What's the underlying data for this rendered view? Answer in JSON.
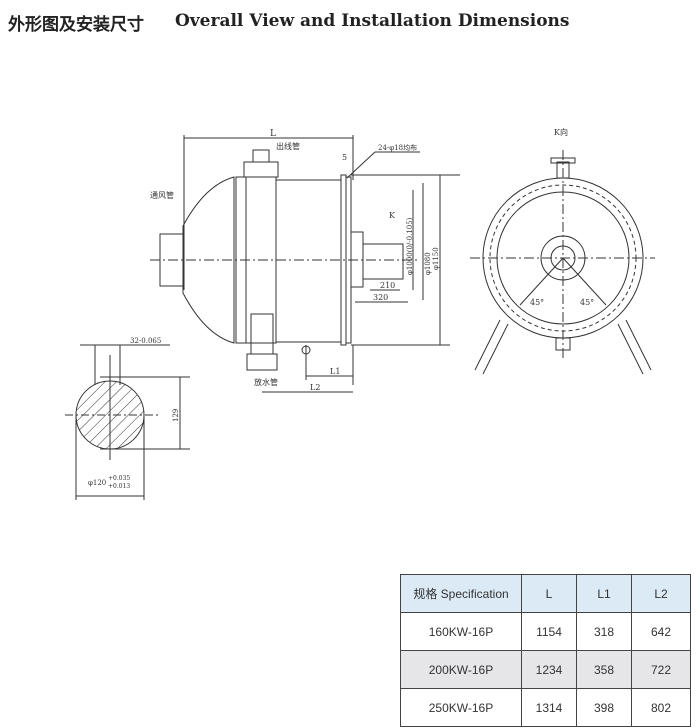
{
  "title_cn": "外形图及安装尺寸",
  "title_en": "Overall View and Installation Dimensions",
  "drawing": {
    "label_L": "L",
    "label_outlet": "出线管",
    "label_vent": "通风管",
    "label_holes": "24-φ18均布",
    "label_5": "5",
    "label_K": "K",
    "label_phi1000": "φ1000(0/-0.105)",
    "label_phi1080": "φ1080",
    "label_phi1150": "φ1150",
    "label_210": "210",
    "label_320": "320",
    "label_L1": "L1",
    "label_L2": "L2",
    "label_drain": "放水管",
    "label_kview": "K向",
    "label_45a": "45°",
    "label_45b": "45°",
    "label_key": "32-0.065",
    "label_129": "129",
    "label_phi120": "φ120",
    "label_tol_up": "+0.035",
    "label_tol_lo": "+0.013"
  },
  "table": {
    "headers": [
      "规格 Specification",
      "L",
      "L1",
      "L2"
    ],
    "rows": [
      [
        "160KW-16P",
        "1154",
        "318",
        "642"
      ],
      [
        "200KW-16P",
        "1234",
        "358",
        "722"
      ],
      [
        "250KW-16P",
        "1314",
        "398",
        "802"
      ]
    ]
  }
}
